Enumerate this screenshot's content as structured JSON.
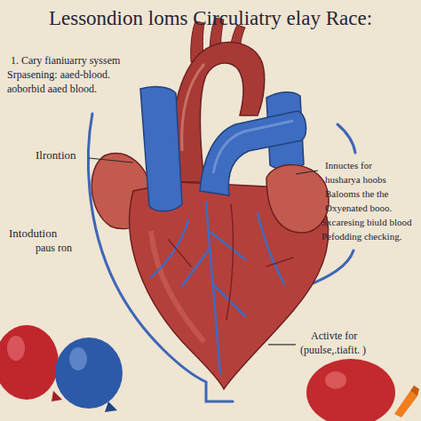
{
  "diagram": {
    "title": "Lessondion loms Circuliatry elay Race:",
    "labels": [
      "1. Cary fianiuarry syssem",
      "Srpasening: aaed-blood.",
      "aoborbid aaed blood.",
      "Ilrontion",
      "Intodution",
      "paus ron",
      "Innuctes for",
      "husharya hoobs",
      "Balooms the the",
      "Oxyenated booo.",
      "Sxcaresing biuld blood",
      "Pefodding checking.",
      "Activte for",
      "(puulse,.tiafit. )"
    ]
  }
}
